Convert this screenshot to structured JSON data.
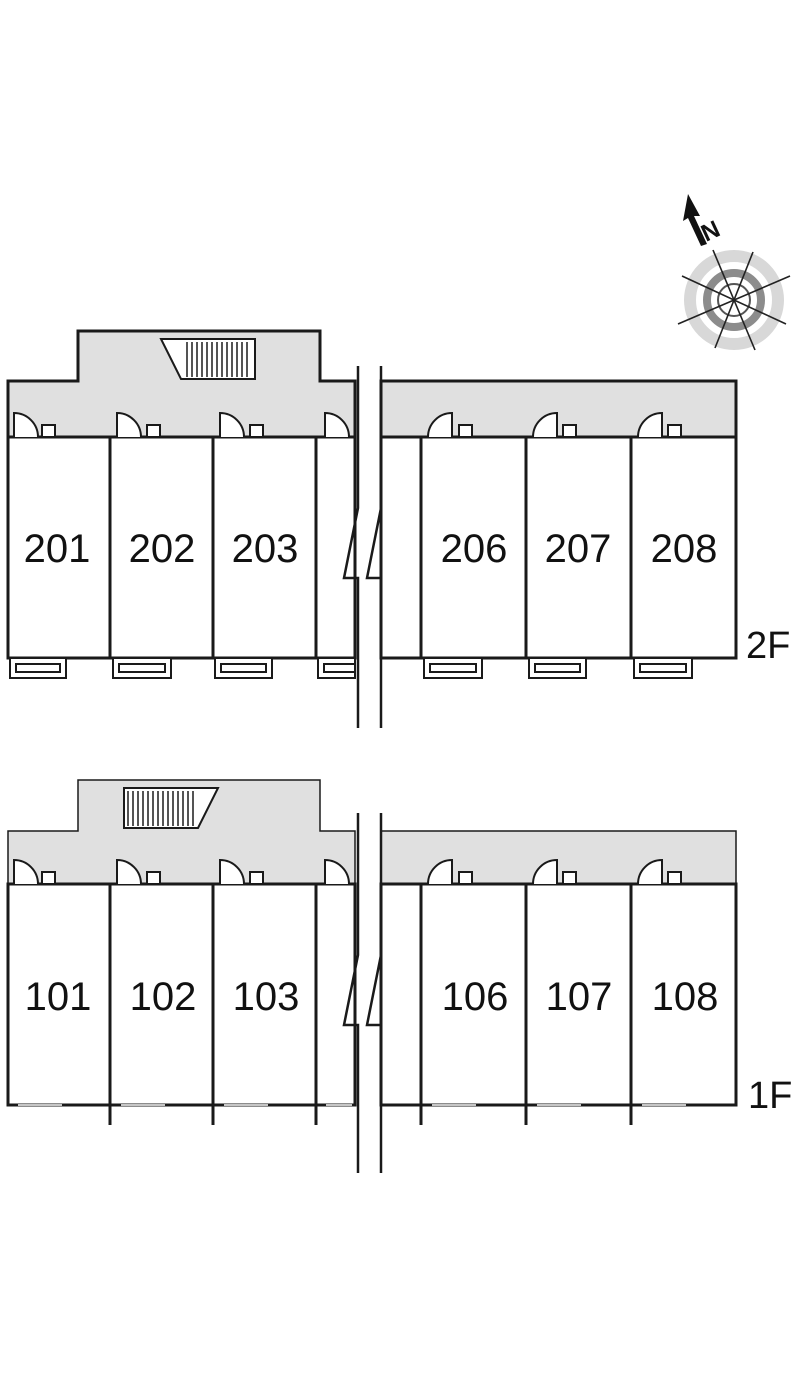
{
  "compass": {
    "label": "N",
    "icon": "north-arrow-compass-icon"
  },
  "floors": [
    {
      "label": "2F",
      "units": [
        "201",
        "202",
        "203",
        "206",
        "207",
        "208"
      ]
    },
    {
      "label": "1F",
      "units": [
        "101",
        "102",
        "103",
        "106",
        "107",
        "108"
      ]
    }
  ],
  "colors": {
    "corridor": "#e0e0e0",
    "wall": "#1a1a1a",
    "compass_ring": "#9a9a9a"
  }
}
